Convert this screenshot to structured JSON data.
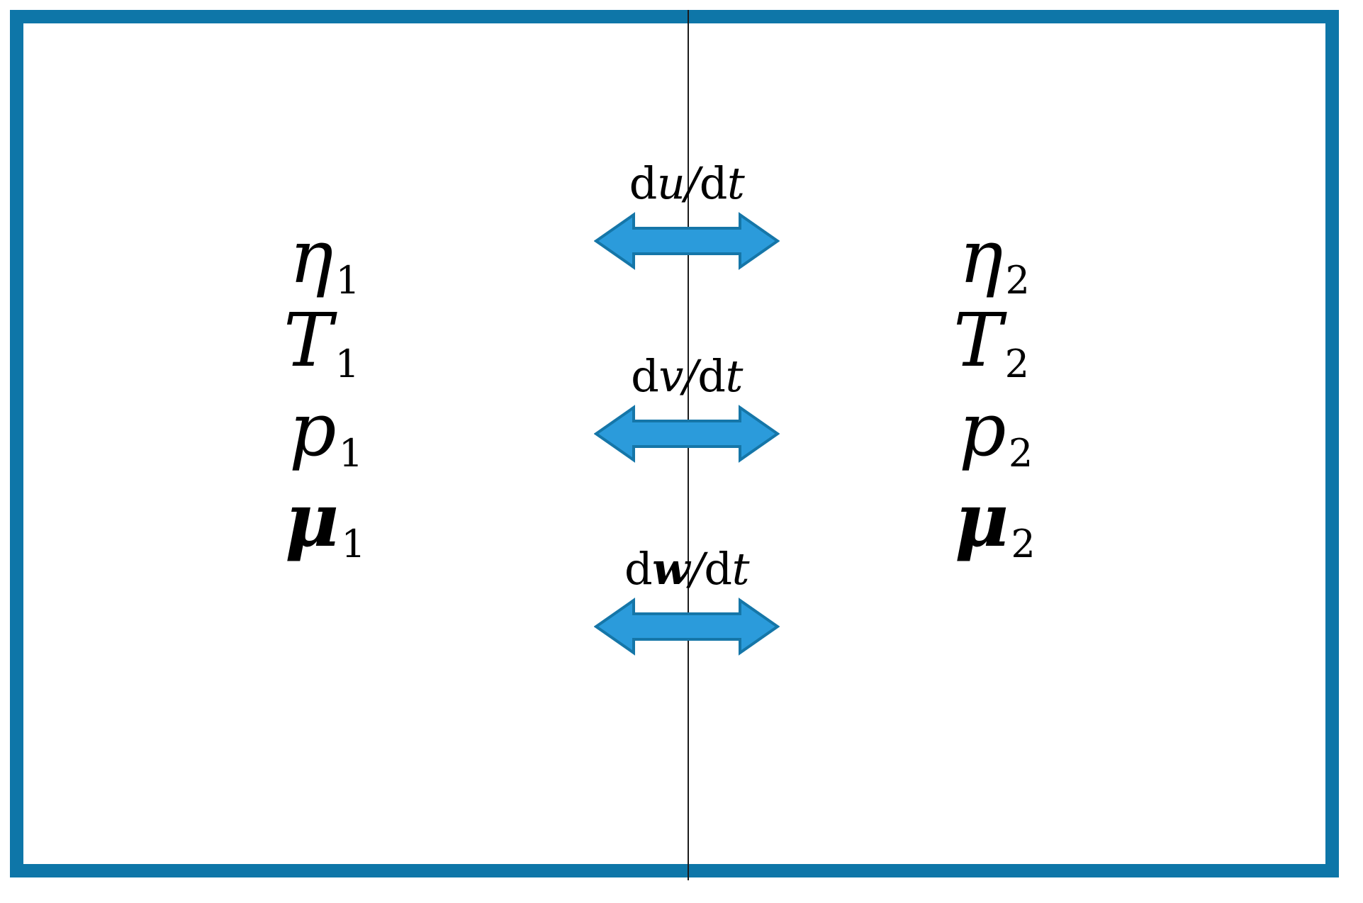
{
  "figure": {
    "type": "diagram",
    "description": "Two-zone interface diagram with exchange fluxes",
    "border_color": "#0e76a8",
    "arrow_fill_color": "#2b9bdb",
    "arrow_stroke_color": "#1576a8",
    "interface_line_color": "#1a1a1a",
    "background_color": "#ffffff"
  },
  "zones": {
    "left": {
      "name": "zone-1",
      "subscript": "1",
      "properties": [
        {
          "symbol": "η",
          "subscript": "1",
          "bold": false,
          "meaning": "eta"
        },
        {
          "symbol": "T",
          "subscript": "1",
          "bold": false,
          "meaning": "temperature"
        },
        {
          "symbol": "p",
          "subscript": "1",
          "bold": false,
          "meaning": "pressure"
        },
        {
          "symbol": "μ",
          "subscript": "1",
          "bold": true,
          "meaning": "chemical-potential-vector"
        }
      ]
    },
    "right": {
      "name": "zone-2",
      "subscript": "2",
      "properties": [
        {
          "symbol": "η",
          "subscript": "2",
          "bold": false,
          "meaning": "eta"
        },
        {
          "symbol": "T",
          "subscript": "2",
          "bold": false,
          "meaning": "temperature"
        },
        {
          "symbol": "p",
          "subscript": "2",
          "bold": false,
          "meaning": "pressure"
        },
        {
          "symbol": "μ",
          "subscript": "2",
          "bold": true,
          "meaning": "chemical-potential-vector"
        }
      ]
    }
  },
  "fluxes": [
    {
      "id": "flux-du-dt",
      "label_full": "du/dt",
      "numerator_d": "d",
      "numerator_var": "u",
      "numerator_var_bold": false,
      "slash": "/",
      "denominator_d": "d",
      "denominator_var": "t"
    },
    {
      "id": "flux-dv-dt",
      "label_full": "dv/dt",
      "numerator_d": "d",
      "numerator_var": "v",
      "numerator_var_bold": false,
      "slash": "/",
      "denominator_d": "d",
      "denominator_var": "t"
    },
    {
      "id": "flux-dw-dt",
      "label_full": "dw/dt",
      "numerator_d": "d",
      "numerator_var": "w",
      "numerator_var_bold": true,
      "slash": "/",
      "denominator_d": "d",
      "denominator_var": "t"
    }
  ]
}
